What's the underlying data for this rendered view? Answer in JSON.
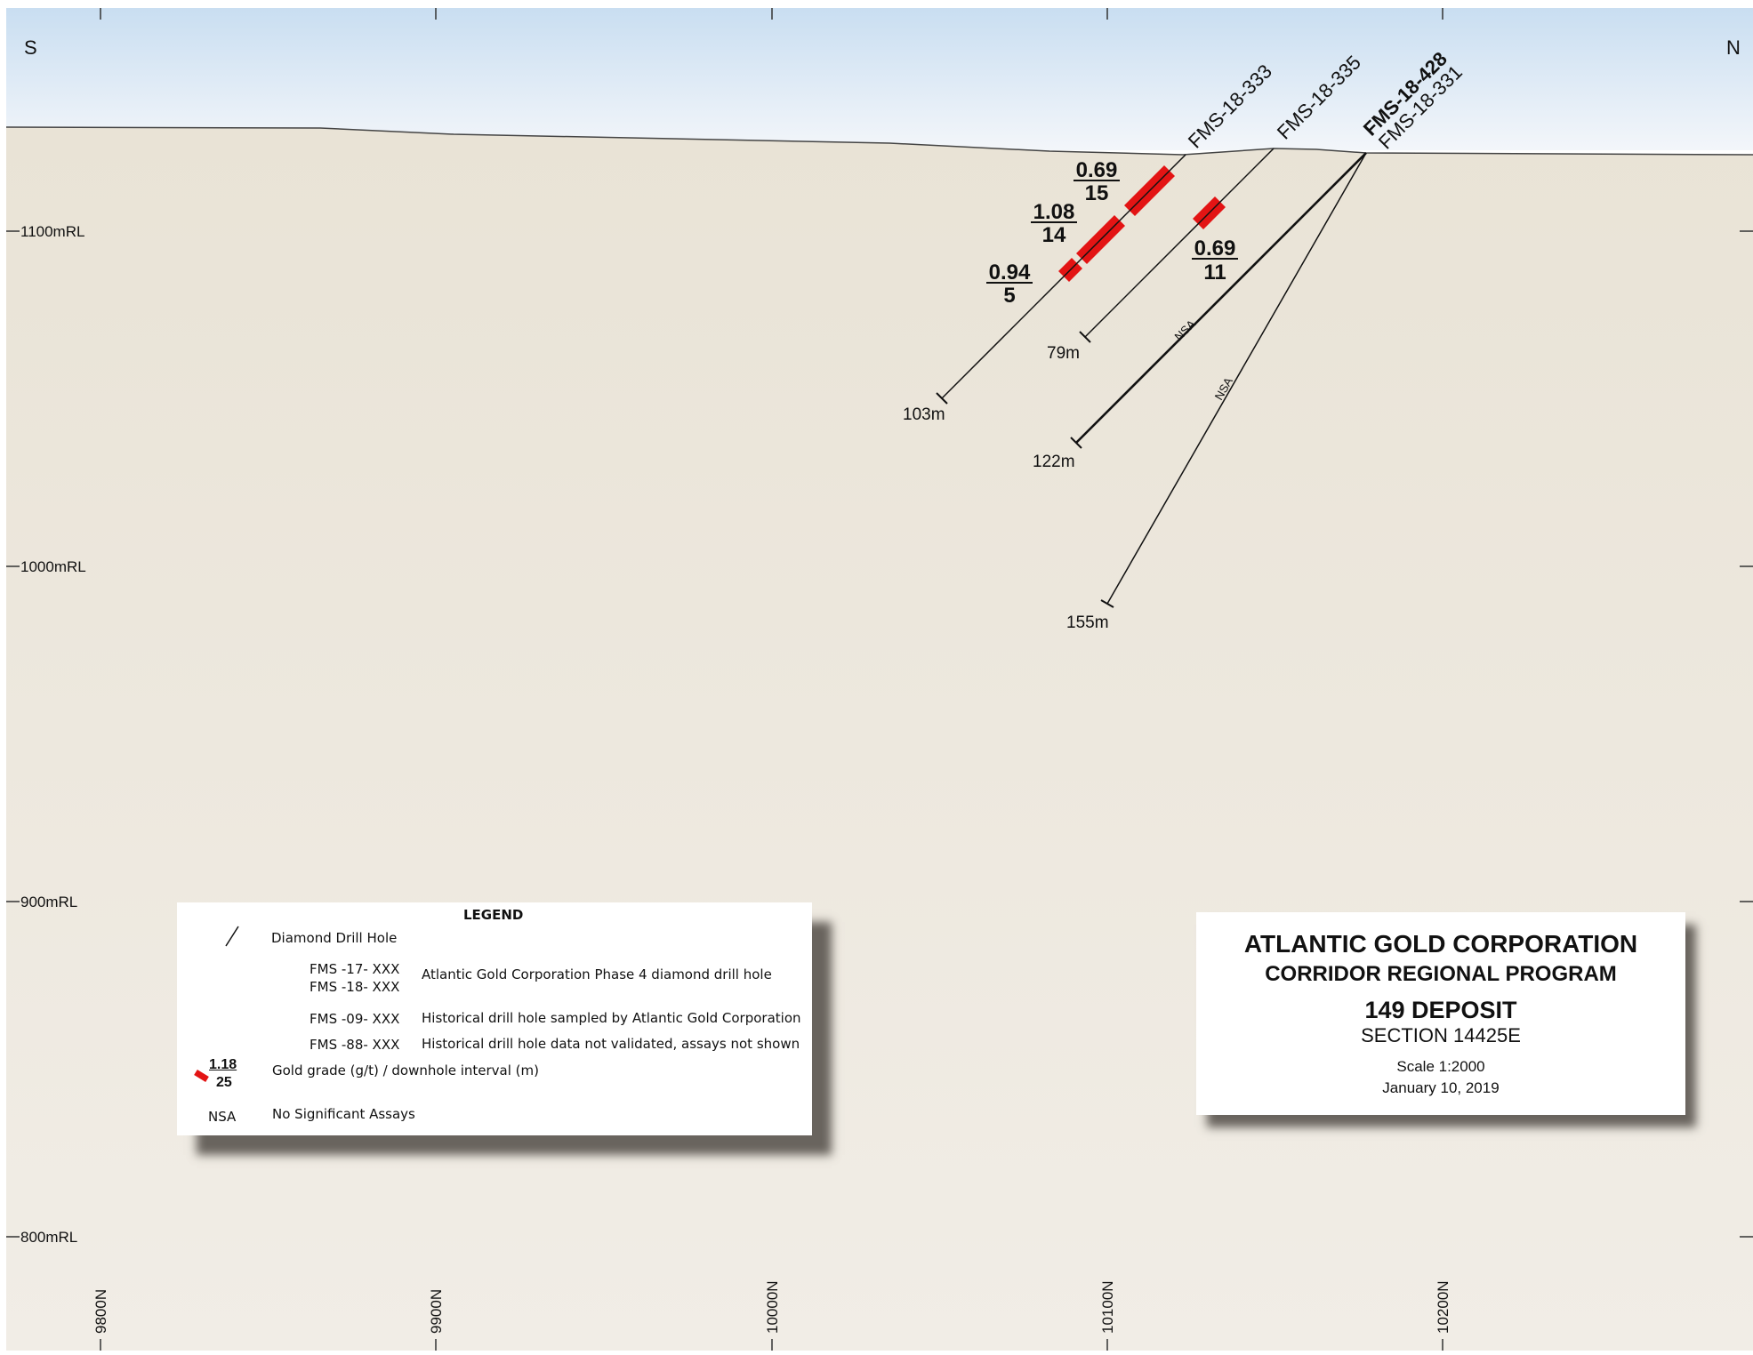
{
  "orientation": {
    "left": "S",
    "right": "N"
  },
  "elevation_labels": [
    "1100mRL",
    "1000mRL",
    "900mRL",
    "800mRL"
  ],
  "northing_labels": [
    "9800N",
    "9900N",
    "10000N",
    "10100N",
    "10200N"
  ],
  "drill_holes": [
    {
      "name": "FMS-18-333",
      "depth": "103m"
    },
    {
      "name": "FMS-18-335",
      "depth": "79m"
    },
    {
      "name": "FMS-18-428",
      "depth": "122m",
      "nsa": "NSA"
    },
    {
      "name": "FMS-18-331",
      "depth": "155m",
      "nsa": "NSA"
    }
  ],
  "intercepts": [
    {
      "grade": "0.69",
      "interval": "15"
    },
    {
      "grade": "1.08",
      "interval": "14"
    },
    {
      "grade": "0.94",
      "interval": "5"
    },
    {
      "grade": "0.69",
      "interval": "11"
    }
  ],
  "legend": {
    "title": "LEGEND",
    "diamond_drill_hole": "Diamond Drill Hole",
    "phase4_code_a": "FMS -17- XXX",
    "phase4_code_b": "FMS -18- XXX",
    "phase4_desc": "Atlantic Gold Corporation Phase 4 diamond drill hole",
    "hist_code": "FMS -09- XXX",
    "hist_desc": "Historical drill hole sampled by Atlantic Gold Corporation",
    "nv_code": "FMS -88- XXX",
    "nv_desc": "Historical drill hole data not validated, assays not shown",
    "grade_example": "1.18",
    "interval_example": "25",
    "grade_desc": "Gold grade (g/t) / downhole interval (m)",
    "nsa_code": "NSA",
    "nsa_desc": "No Significant Assays"
  },
  "title_block": {
    "company": "ATLANTIC GOLD CORPORATION",
    "program": "CORRIDOR REGIONAL PROGRAM",
    "deposit": "149 DEPOSIT",
    "section": "SECTION 14425E",
    "scale": "Scale 1:2000",
    "date": "January 10, 2019"
  },
  "colors": {
    "sky_top": "#cfe2f3",
    "sky_bottom": "#eef4fa",
    "ground": "#ece6da",
    "ground_lower": "#efebe4",
    "intercept": "#e31414"
  }
}
